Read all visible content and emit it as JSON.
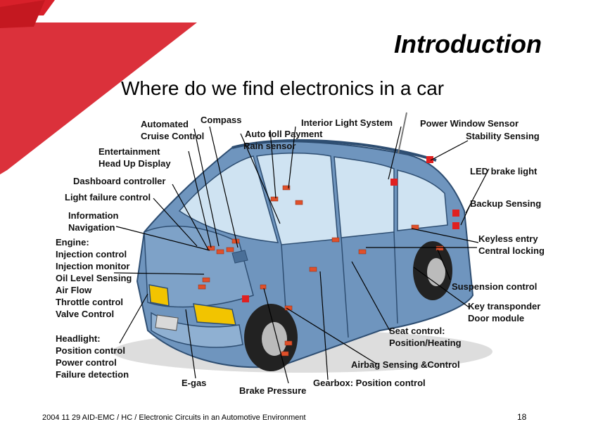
{
  "slide": {
    "title": "Introduction",
    "subtitle": "Where do we find electronics in a car",
    "footer": "2004 11 29 AID-EMC / HC / Electronic Circuits in an Automotive Environment",
    "page_number": "18"
  },
  "labels": {
    "automated_cruise": "Automated\nCruise Control",
    "compass": "Compass",
    "interior_light": "Interior Light System",
    "auto_toll": "Auto toll Payment",
    "rain_sensor": "Rain sensor",
    "power_window": "Power Window Sensor",
    "stability": "Stability Sensing",
    "entertainment": "Entertainment\nHead Up Display",
    "led_brake": "LED brake light",
    "dashboard": "Dashboard controller",
    "light_failure": "Light failure control",
    "backup": "Backup Sensing",
    "information": "Information\nNavigation",
    "keyless": "Keyless entry\nCentral locking",
    "engine": "Engine:\nInjection control\nInjection monitor\nOil Level Sensing\nAir Flow\nThrottle control\nValve Control",
    "suspension": "Suspension control",
    "key_transponder": "Key transponder\nDoor module",
    "seat": "Seat control:\nPosition/Heating",
    "headlight": "Headlight:\nPosition control\nPower control\nFailure detection",
    "airbag": "Airbag Sensing &Control",
    "egas": "E-gas",
    "brake_pressure": "Brake Pressure",
    "gearbox": "Gearbox: Position control"
  },
  "colors": {
    "logo_red": "#d8202a",
    "car_body": "#6f95be",
    "car_dark": "#3f6690",
    "glass": "#cfe3f2",
    "module": "#e0502a",
    "headlight": "#f2c400"
  }
}
